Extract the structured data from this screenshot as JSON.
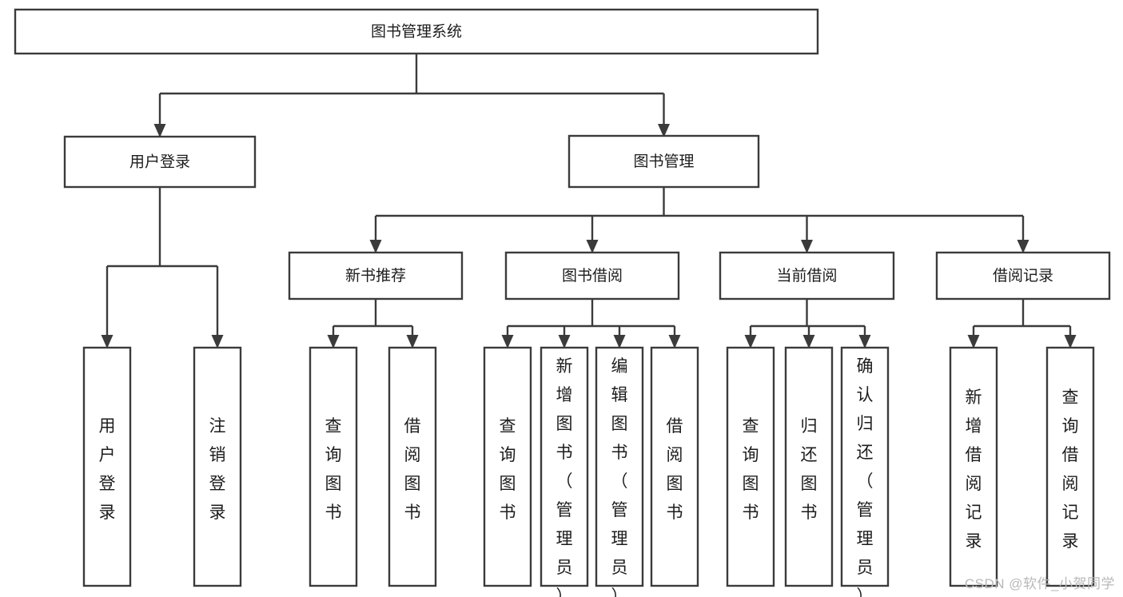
{
  "diagram": {
    "type": "tree",
    "title": "图书管理系统",
    "orientation": "top-down",
    "colors": {
      "background": "#ffffff",
      "stroke": "#3b3b3b",
      "box_fill": "#ffffff",
      "text": "#1c1c1c",
      "watermark": "#b9b9b9"
    },
    "root": {
      "label": "图书管理系统",
      "text_orientation": "horizontal"
    },
    "level1": [
      {
        "label": "用户登录",
        "text_orientation": "horizontal"
      },
      {
        "label": "图书管理",
        "text_orientation": "horizontal"
      }
    ],
    "level2": [
      {
        "label": "新书推荐",
        "text_orientation": "horizontal",
        "parent": "图书管理"
      },
      {
        "label": "图书借阅",
        "text_orientation": "horizontal",
        "parent": "图书管理"
      },
      {
        "label": "当前借阅",
        "text_orientation": "horizontal",
        "parent": "图书管理"
      },
      {
        "label": "借阅记录",
        "text_orientation": "horizontal",
        "parent": "图书管理"
      }
    ],
    "leaves": [
      {
        "label": "用户登录",
        "text_orientation": "vertical",
        "parent": "用户登录"
      },
      {
        "label": "注销登录",
        "text_orientation": "vertical",
        "parent": "用户登录"
      },
      {
        "label": "查询图书",
        "text_orientation": "vertical",
        "parent": "新书推荐"
      },
      {
        "label": "借阅图书",
        "text_orientation": "vertical",
        "parent": "新书推荐"
      },
      {
        "label": "查询图书",
        "text_orientation": "vertical",
        "parent": "图书借阅"
      },
      {
        "label": "新增图书（管理员）",
        "text_orientation": "vertical",
        "parent": "图书借阅"
      },
      {
        "label": "编辑图书（管理员）",
        "text_orientation": "vertical",
        "parent": "图书借阅"
      },
      {
        "label": "借阅图书",
        "text_orientation": "vertical",
        "parent": "图书借阅"
      },
      {
        "label": "查询图书",
        "text_orientation": "vertical",
        "parent": "当前借阅"
      },
      {
        "label": "归还图书",
        "text_orientation": "vertical",
        "parent": "当前借阅"
      },
      {
        "label": "确认归还（管理员）",
        "text_orientation": "vertical",
        "parent": "当前借阅"
      },
      {
        "label": "新增借阅记录",
        "text_orientation": "vertical",
        "parent": "借阅记录"
      },
      {
        "label": "查询借阅记录",
        "text_orientation": "vertical",
        "parent": "借阅记录"
      }
    ]
  },
  "watermark": {
    "text": "CSDN @软件_小贺同学"
  }
}
